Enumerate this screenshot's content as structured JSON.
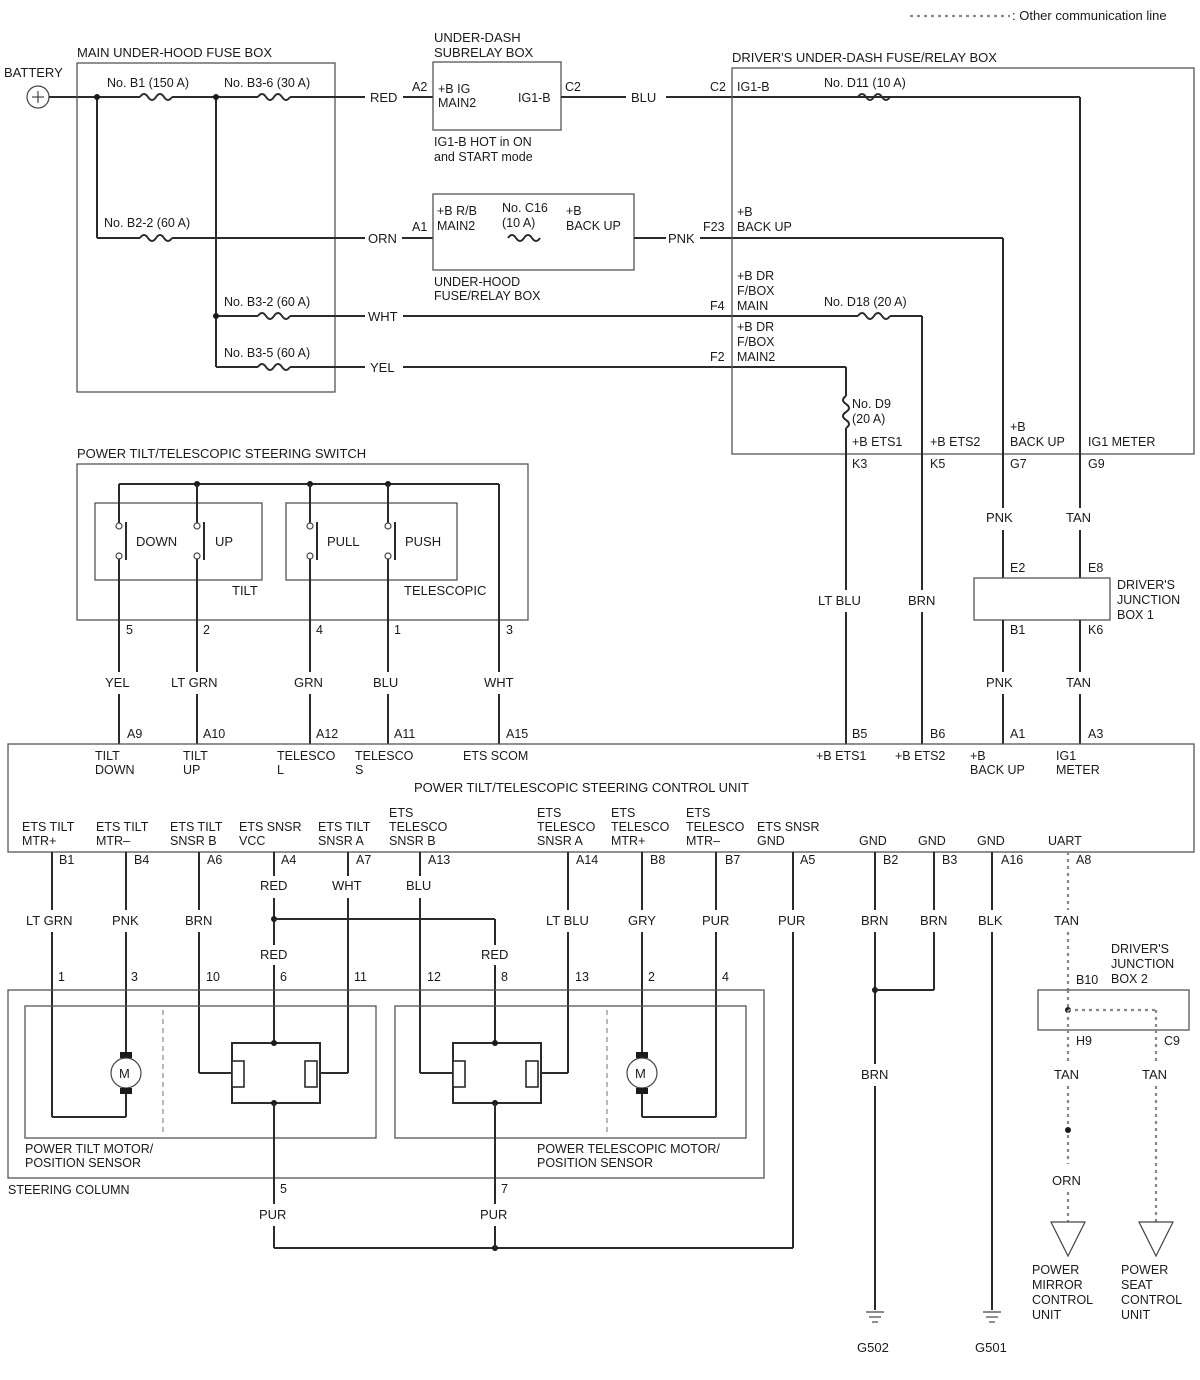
{
  "legend": {
    "comm_line": ": Other communication line"
  },
  "battery": {
    "label": "BATTERY"
  },
  "main_fuse_box": {
    "title": "MAIN UNDER-HOOD FUSE BOX",
    "fuses": [
      "No. B1 (150 A)",
      "No. B3-6 (30 A)",
      "No. B2-2 (60 A)",
      "No. B3-2 (60 A)",
      "No. B3-5 (60 A)"
    ]
  },
  "subrelay_box": {
    "title_line1": "UNDER-DASH",
    "title_line2": "SUBRELAY BOX",
    "pin_in_line1": "+B IG",
    "pin_in_line2": "MAIN2",
    "pin_out": "IG1-B",
    "note_line1": "IG1-B HOT in ON",
    "note_line2": "and START mode"
  },
  "underhood_relay_box": {
    "pin_in_line1": "+B R/B",
    "pin_in_line2": "MAIN2",
    "fuse_line1": "No. C16",
    "fuse_line2": "(10 A)",
    "pin_out_line1": "+B",
    "pin_out_line2": "BACK UP",
    "title_line1": "UNDER-HOOD",
    "title_line2": "FUSE/RELAY BOX"
  },
  "driver_fuse_box": {
    "title": "DRIVER'S UNDER-DASH FUSE/RELAY BOX",
    "pin_ig1b": "IG1-B",
    "fuse_d11": "No. D11 (10 A)",
    "pin_backup_line1": "+B",
    "pin_backup_line2": "BACK UP",
    "pin_main_line1": "+B DR",
    "pin_main_line2": "F/BOX",
    "pin_main_line3": "MAIN",
    "pin_main2_line1": "+B DR",
    "pin_main2_line2": "F/BOX",
    "pin_main2_line3": "MAIN2",
    "fuse_d18": "No. D18 (20 A)",
    "fuse_d9_line1": "No. D9",
    "fuse_d9_line2": "(20 A)",
    "out_pins": [
      "+B ETS1",
      "+B ETS2",
      "+B",
      "BACK UP",
      "IG1 METER"
    ],
    "out_connectors": [
      "K3",
      "K5",
      "G7",
      "G9"
    ]
  },
  "connectors_top": {
    "a2": "A2",
    "c2_sub": "C2",
    "c2_drv": "C2",
    "a1": "A1",
    "f23": "F23",
    "f4": "F4",
    "f2": "F2"
  },
  "wire_colors_top": {
    "red": "RED",
    "blu": "BLU",
    "orn": "ORN",
    "pnk": "PNK",
    "wht": "WHT",
    "yel": "YEL"
  },
  "switch": {
    "title": "POWER TILT/TELESCOPIC STEERING SWITCH",
    "labels": [
      "DOWN",
      "UP",
      "PULL",
      "PUSH"
    ],
    "tilt": "TILT",
    "telescopic": "TELESCOPIC",
    "pins": [
      "5",
      "2",
      "4",
      "1",
      "3"
    ],
    "wire_colors": [
      "YEL",
      "LT GRN",
      "GRN",
      "BLU",
      "WHT"
    ]
  },
  "mid_wires": {
    "lt_blu": "LT BLU",
    "brn": "BRN",
    "pnk": "PNK",
    "tan": "TAN"
  },
  "junction_box1": {
    "title_line1": "DRIVER'S",
    "title_line2": "JUNCTION",
    "title_line3": "BOX 1",
    "pins": [
      "E2",
      "E8",
      "B1",
      "K6"
    ],
    "wire_colors": [
      "PNK",
      "TAN"
    ]
  },
  "control_unit": {
    "title": "POWER TILT/TELESCOPIC STEERING CONTROL UNIT",
    "top_pins": [
      "A9",
      "A10",
      "A12",
      "A11",
      "A15",
      "B5",
      "B6",
      "A1",
      "A3"
    ],
    "top_labels": [
      [
        "TILT",
        "DOWN"
      ],
      [
        "TILT",
        "UP"
      ],
      [
        "TELESCO",
        "L"
      ],
      [
        "TELESCO",
        "S"
      ],
      [
        "ETS SCOM",
        ""
      ],
      [
        "+B ETS1",
        ""
      ],
      [
        "+B ETS2",
        ""
      ],
      [
        "+B",
        "BACK UP"
      ],
      [
        "IG1",
        "METER"
      ]
    ],
    "bottom_labels": [
      [
        "",
        "ETS TILT",
        "MTR+"
      ],
      [
        "",
        "ETS TILT",
        "MTR–"
      ],
      [
        "",
        "ETS TILT",
        "SNSR B"
      ],
      [
        "",
        "ETS SNSR",
        "VCC"
      ],
      [
        "",
        "ETS TILT",
        "SNSR A"
      ],
      [
        "ETS",
        "TELESCO",
        "SNSR B"
      ],
      [
        "ETS",
        "TELESCO",
        "SNSR A"
      ],
      [
        "ETS",
        "TELESCO",
        "MTR+"
      ],
      [
        "ETS",
        "TELESCO",
        "MTR–"
      ],
      [
        "",
        "ETS SNSR",
        "GND"
      ],
      [
        "",
        "",
        "GND"
      ],
      [
        "",
        "",
        "GND"
      ],
      [
        "",
        "",
        "GND"
      ],
      [
        "",
        "",
        "UART"
      ]
    ],
    "bottom_pins": [
      "B1",
      "B4",
      "A6",
      "A4",
      "A7",
      "A13",
      "A14",
      "B8",
      "B7",
      "A5",
      "B2",
      "B3",
      "A16",
      "A8"
    ]
  },
  "lower_wires": {
    "colors": [
      "LT GRN",
      "PNK",
      "BRN",
      "RED",
      "WHT",
      "BLU",
      "LT BLU",
      "GRY",
      "PUR",
      "PUR",
      "BRN",
      "BRN",
      "BLK",
      "TAN"
    ],
    "red2_left": "RED",
    "red2_right": "RED",
    "brn_merge": "BRN",
    "pur_left": "PUR",
    "pur_right": "PUR"
  },
  "steering_column": {
    "title": "STEERING COLUMN",
    "pins": [
      "1",
      "3",
      "10",
      "6",
      "11",
      "12",
      "8",
      "13",
      "2",
      "4",
      "5",
      "7"
    ],
    "tilt_assy_line1": "POWER TILT MOTOR/",
    "tilt_assy_line2": "POSITION SENSOR",
    "tele_assy_line1": "POWER TELESCOPIC MOTOR/",
    "tele_assy_line2": "POSITION SENSOR",
    "motor_symbol": "M"
  },
  "junction_box2": {
    "title_line1": "DRIVER'S",
    "title_line2": "JUNCTION",
    "title_line3": "BOX 2",
    "pins": [
      "B10",
      "H9",
      "C9"
    ],
    "wire_colors": [
      "TAN",
      "TAN",
      "ORN"
    ]
  },
  "destinations": {
    "mirror": [
      "POWER",
      "MIRROR",
      "CONTROL",
      "UNIT"
    ],
    "seat": [
      "POWER",
      "SEAT",
      "CONTROL",
      "UNIT"
    ]
  },
  "grounds": {
    "g502": "G502",
    "g501": "G501"
  }
}
